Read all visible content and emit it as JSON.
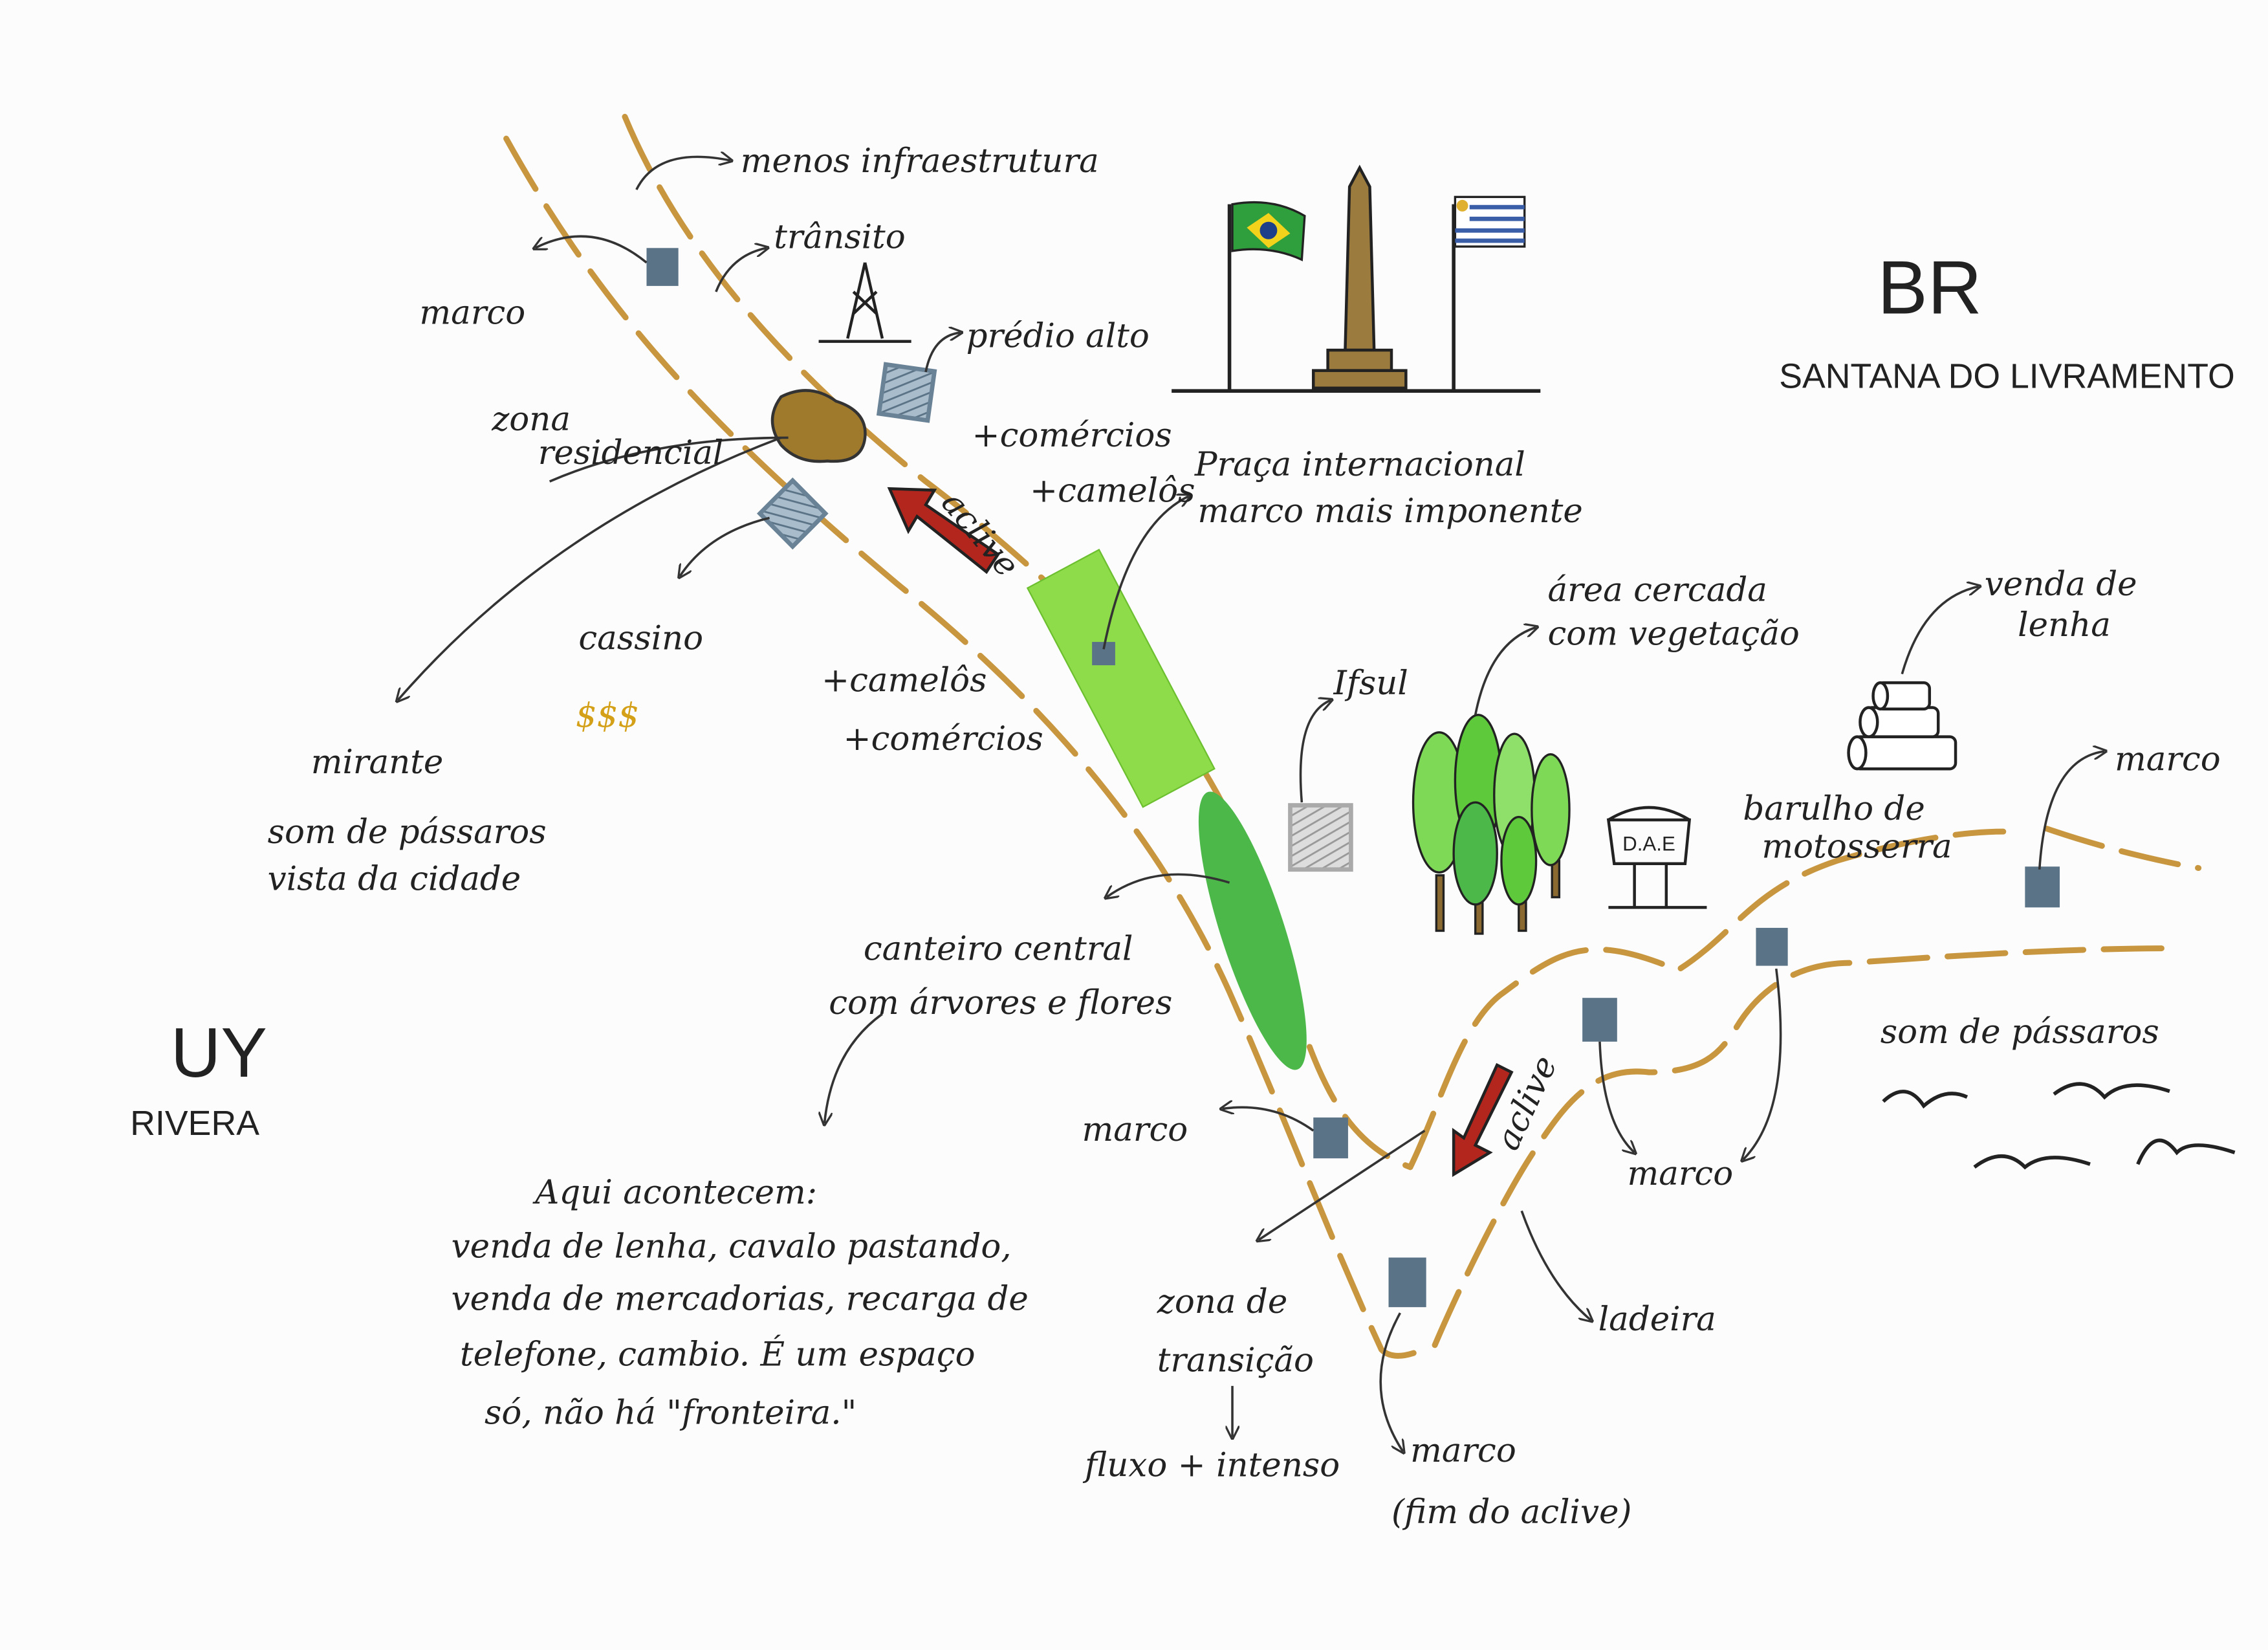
{
  "colors": {
    "road": "#c8963e",
    "marker": "#5b7386",
    "arrow": "#b3261e",
    "green_light": "#8fdc4a",
    "green_dark": "#4cb84a",
    "paper": "#fcfcfc"
  },
  "countries": {
    "br": {
      "code": "BR",
      "city": "SANTANA DO LIVRAMENTO"
    },
    "uy": {
      "code": "UY",
      "city": "RIVERA"
    }
  },
  "labels": {
    "menos_infraestrutura": "menos infraestrutura",
    "transito": "trânsito",
    "marco_top": "marco",
    "predio_alto": "prédio alto",
    "zona": "zona",
    "residencial": "residencial",
    "mais_comercios_1": "+comércios",
    "mais_camelos_1": "+camelôs",
    "praca_1": "Praça internacional",
    "praca_2": "marco mais imponente",
    "aclive_1": "aclive",
    "cassino": "cassino",
    "dinheiro": "$$$",
    "mais_camelos_2": "+camelôs",
    "mais_comercios_2": "+comércios",
    "mirante_1": "mirante",
    "mirante_2": "som de pássaros",
    "mirante_3": "vista da cidade",
    "area_1": "área cercada",
    "area_2": "com vegetação",
    "lenha_1": "venda de",
    "lenha_2": "lenha",
    "ifsul": "Ifsul",
    "dae": "D.A.E",
    "barulho_1": "barulho de",
    "barulho_2": "motosserra",
    "marco_right": "marco",
    "canteiro_1": "canteiro central",
    "canteiro_2": "com árvores e flores",
    "marco_mid": "marco",
    "aclive_2": "aclive",
    "marco_lower": "marco",
    "passaros": "som de pássaros",
    "ladeira": "ladeira",
    "transicao_1": "zona de",
    "transicao_2": "transição",
    "fluxo": "fluxo + intenso",
    "marco_end_1": "marco",
    "marco_end_2": "(fim do aclive)"
  },
  "note": {
    "title": "Aqui acontecem:",
    "lines": [
      "venda de lenha, cavalo pastando,",
      "venda de mercadorias, recarga de",
      "telefone, cambio. É um espaço",
      "só, não há \"fronteira.\""
    ]
  }
}
